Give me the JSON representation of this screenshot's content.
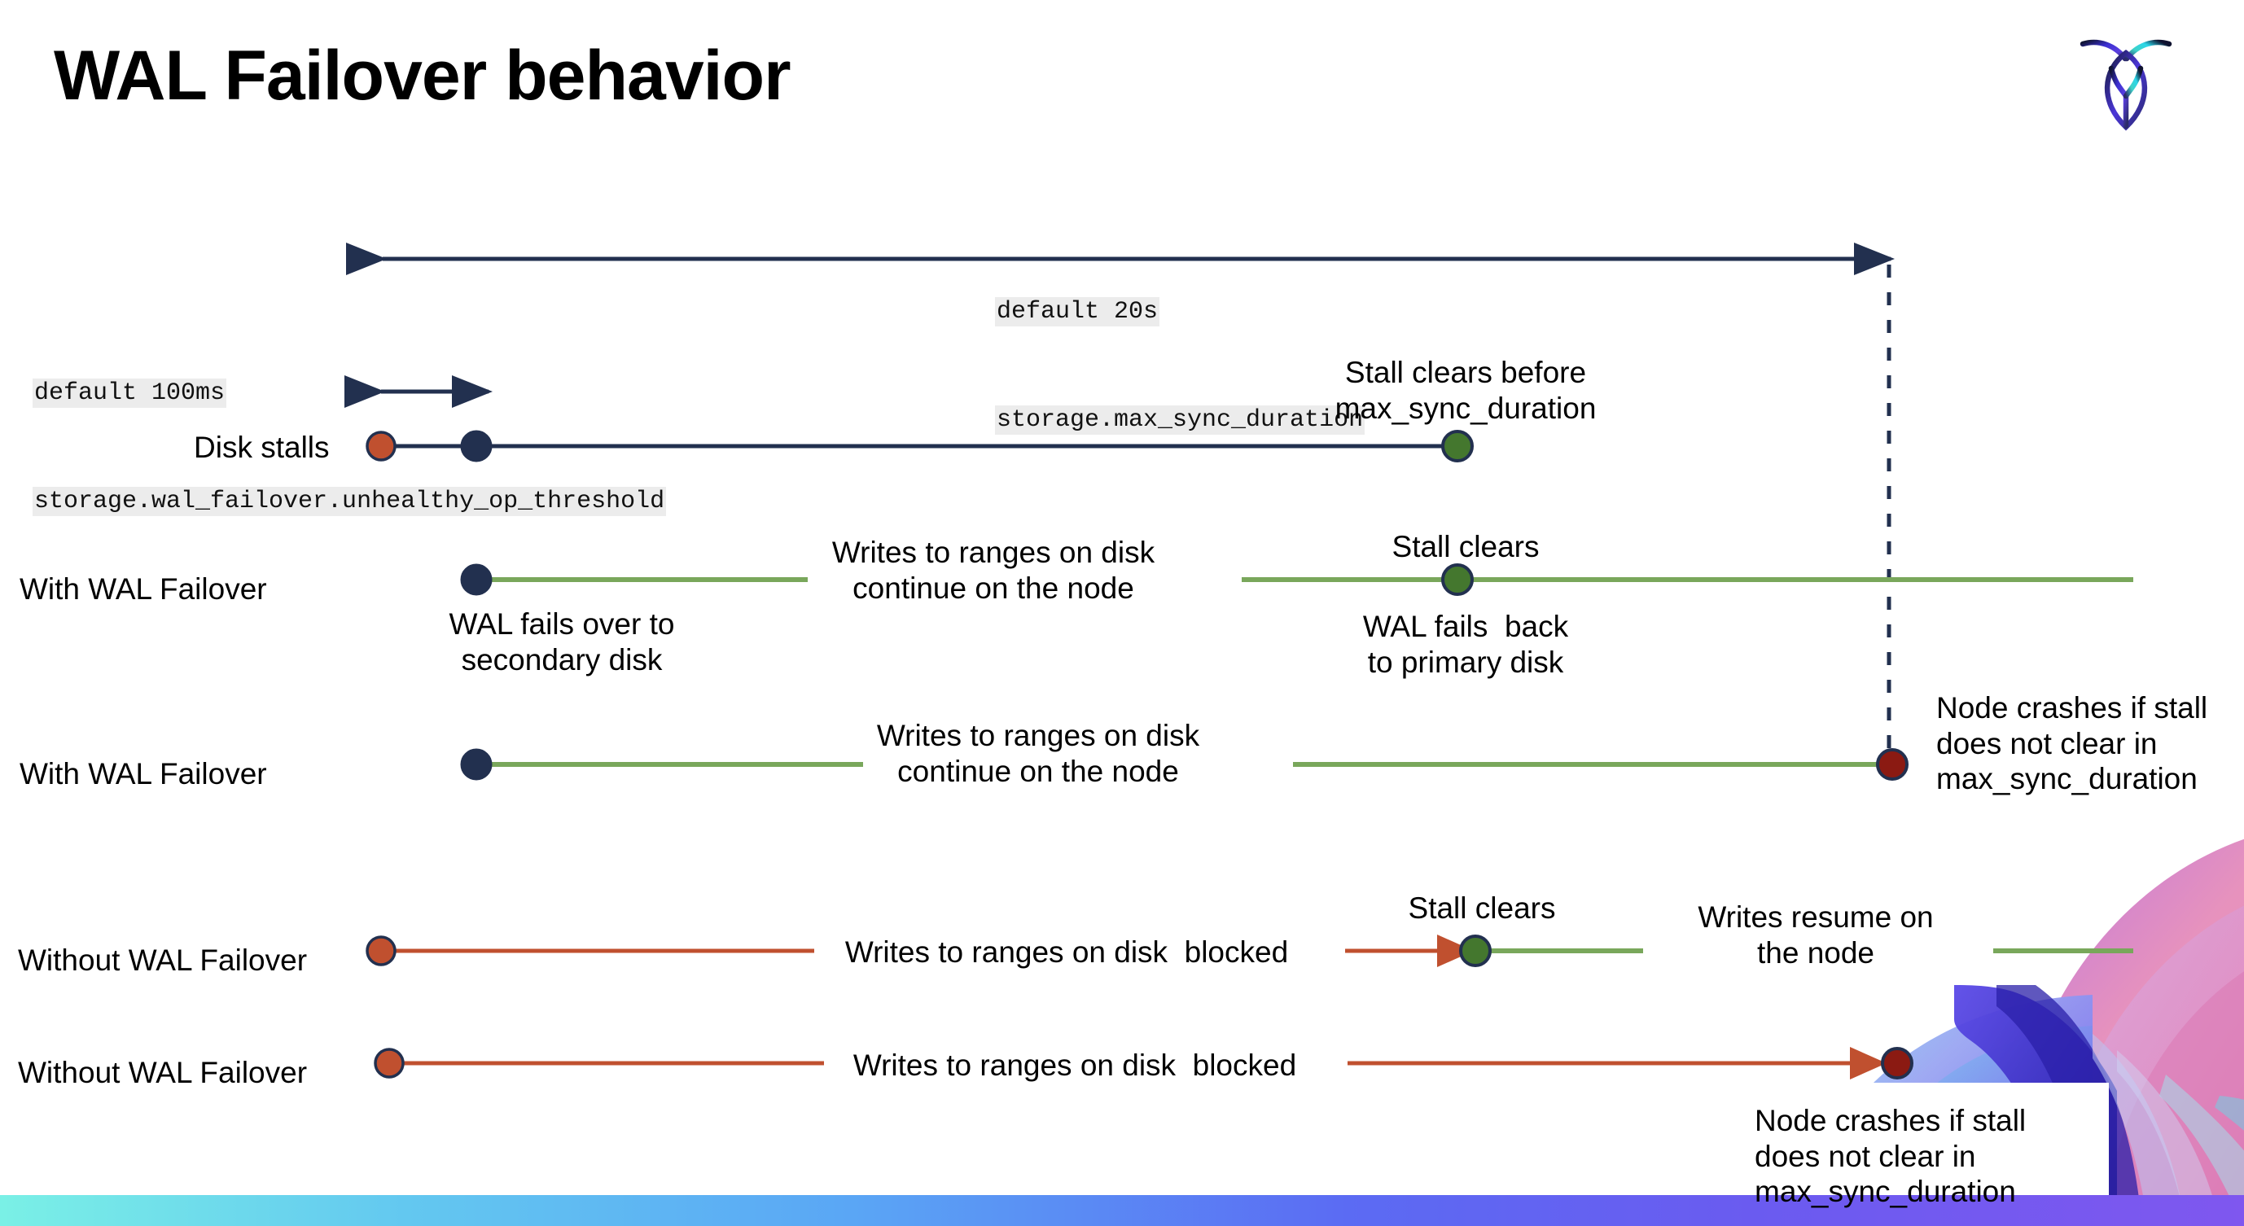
{
  "slide": {
    "title": "WAL Failover behavior",
    "logo_name": "cockroachdb-logo"
  },
  "annotations": {
    "max_sync": {
      "line1": "default 20s",
      "line2": "storage.max_sync_duration"
    },
    "unhealthy_op": {
      "line1": "default 100ms",
      "line2": "storage.wal_failover.unhealthy_op_threshold"
    }
  },
  "rows": [
    {
      "id": "disk-stalls",
      "label": "Disk stalls",
      "note_above": "Stall clears before\nmax_sync_duration"
    },
    {
      "id": "with-wal-failover-1",
      "label": "With WAL Failover",
      "note_mid": "Writes to ranges on disk\ncontinue on the node",
      "note_below_left": "WAL fails over to\nsecondary disk",
      "note_above_right": "Stall clears",
      "note_below_right": "WAL fails  back\nto primary disk"
    },
    {
      "id": "with-wal-failover-2",
      "label": "With WAL Failover",
      "note_mid": "Writes to ranges on disk\ncontinue on the node",
      "note_right": "Node crashes if stall\ndoes not clear in\nmax_sync_duration"
    },
    {
      "id": "without-wal-failover-1",
      "label": "Without WAL Failover",
      "note_mid": "Writes to ranges on disk  blocked",
      "note_above_right": "Stall clears",
      "note_right": "Writes resume on\nthe node"
    },
    {
      "id": "without-wal-failover-2",
      "label": "Without WAL Failover",
      "note_mid": "Writes to ranges on disk  blocked",
      "note_below_right": "Node crashes if stall\ndoes not clear in\nmax_sync_duration"
    }
  ],
  "colors": {
    "navy": "#22304f",
    "green_line": "#79a75b",
    "green_dot": "#44772e",
    "red_line": "#c0502f",
    "orange_dot": "#c0502f",
    "dark_red_dot": "#8b1a12",
    "code_bg": "#ececec",
    "bar_gradient_start": "#7af0e6",
    "bar_gradient_end": "#7f57ef"
  }
}
